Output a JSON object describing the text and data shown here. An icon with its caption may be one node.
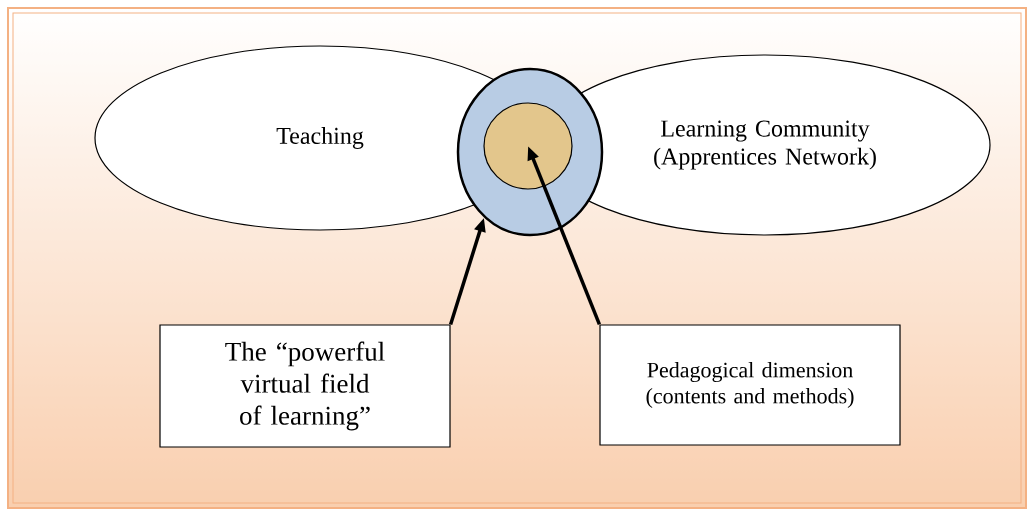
{
  "diagram": {
    "nodes": [
      {
        "text": [
          "Teaching"
        ]
      },
      {
        "text": [
          "Learning Community (Apprentices Network)"
        ]
      },
      {
        "text": [],
        "shape": "circle"
      },
      {
        "text": [],
        "shape": "circle",
        "in": 2
      },
      {
        "text": [
          "The “powerful virtual field of learning”"
        ]
      },
      {
        "text": [
          "Pedagogical dimension (contents and methods)"
        ]
      }
    ],
    "edges": [
      {
        "from": 4,
        "to": 2,
        "arrow": "to"
      },
      {
        "from": 5,
        "to": 3,
        "arrow": "to"
      }
    ]
  }
}
